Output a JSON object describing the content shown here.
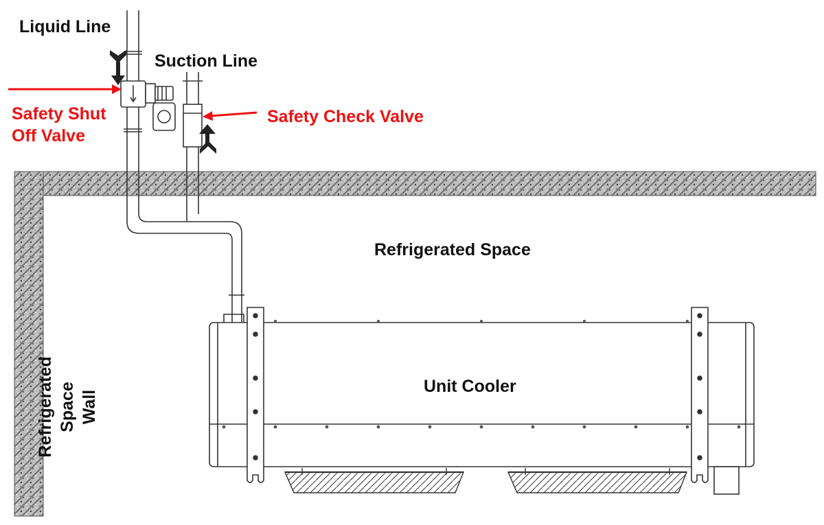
{
  "labels": {
    "liquid_line": "Liquid Line",
    "suction_line": "Suction Line",
    "safety_shutoff_valve_line1": "Safety Shut",
    "safety_shutoff_valve_line2": "Off Valve",
    "safety_check_valve": "Safety Check Valve",
    "refrigerated_space": "Refrigerated Space",
    "unit_cooler": "Unit Cooler",
    "wall_line1": "Refrigerated Space",
    "wall_line2": "Wall"
  },
  "colors": {
    "callout": "#ee1111",
    "text": "#111111",
    "concrete": "#9a9a9a",
    "outline": "#333333"
  }
}
